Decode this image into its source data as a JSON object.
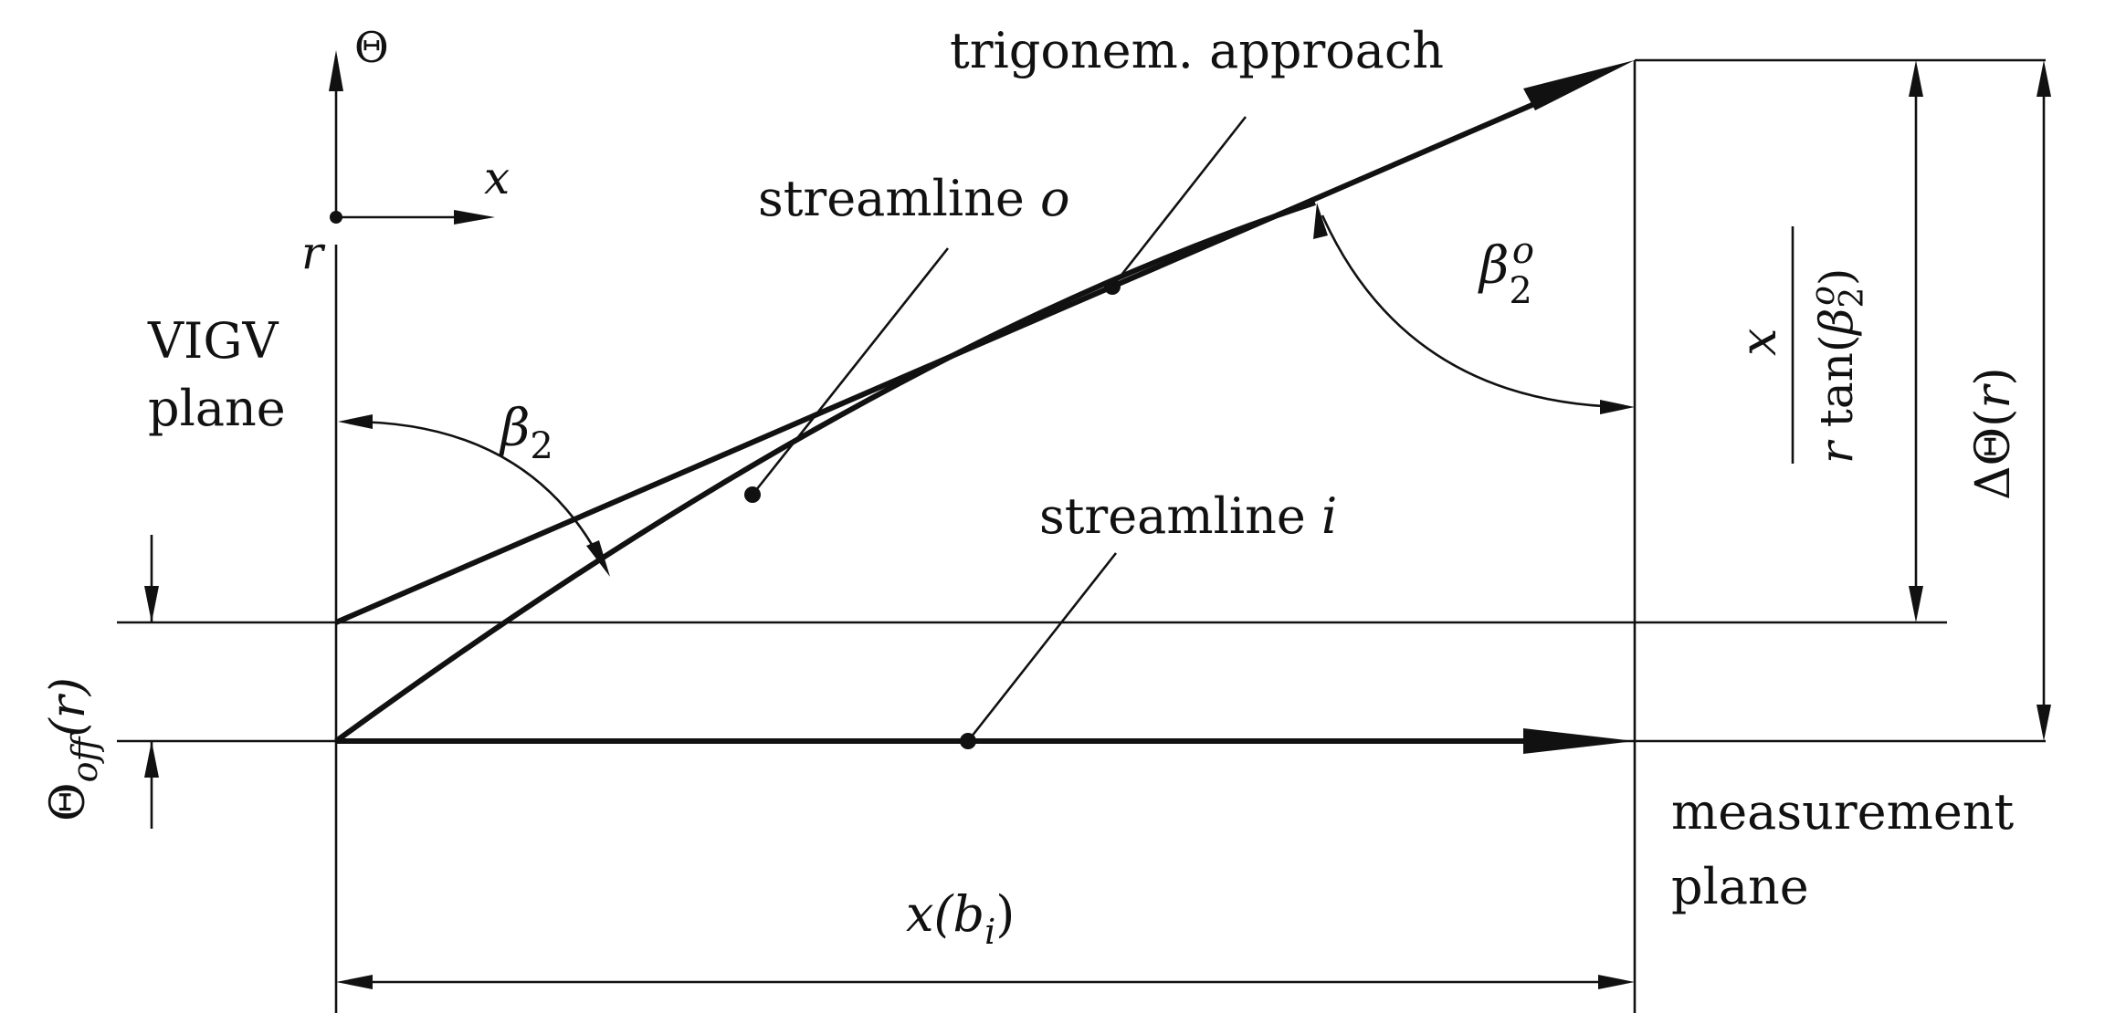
{
  "labels": {
    "theta_axis": "Θ",
    "x_axis": "x",
    "r_axis": "r",
    "vigv_line1": "VIGV",
    "vigv_line2": "plane",
    "measurement_line1": "measurement",
    "measurement_line2": "plane",
    "trig_approach": "trigonem. approach",
    "streamline_o_text": "streamline ",
    "streamline_o_sym": "o",
    "streamline_i_text": "streamline ",
    "streamline_i_sym": "i",
    "beta2_sym": "β",
    "beta2_sub": "2",
    "beta2o_sym": "β",
    "beta2o_sub": "2",
    "beta2o_sup": "o",
    "theta_off_sym": "Θ",
    "theta_off_sub": "off",
    "theta_off_arg": "(r)",
    "xb_x": "x(",
    "xb_b": "b",
    "xb_sub": "i",
    "xb_close": ")",
    "frac_num": "x",
    "frac_den_r": "r",
    "frac_den_tan": " tan(",
    "frac_den_beta": "β",
    "frac_den_sub": "2",
    "frac_den_sup": "o",
    "frac_den_close": ")",
    "delta_theta": "ΔΘ(",
    "delta_r": "r",
    "delta_close": ")"
  }
}
